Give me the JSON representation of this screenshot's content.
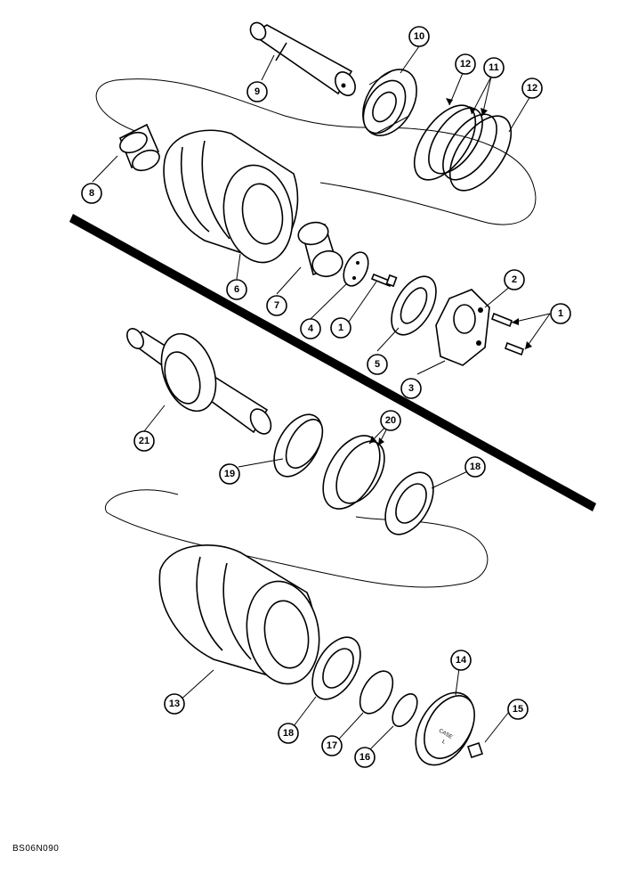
{
  "figure": {
    "drawing_code": "BS06N090",
    "callouts": [
      {
        "label": "1"
      },
      {
        "label": "1"
      },
      {
        "label": "2"
      },
      {
        "label": "3"
      },
      {
        "label": "4"
      },
      {
        "label": "5"
      },
      {
        "label": "6"
      },
      {
        "label": "7"
      },
      {
        "label": "8"
      },
      {
        "label": "9"
      },
      {
        "label": "10"
      },
      {
        "label": "11"
      },
      {
        "label": "12"
      },
      {
        "label": "12"
      },
      {
        "label": "13"
      },
      {
        "label": "14"
      },
      {
        "label": "15"
      },
      {
        "label": "16"
      },
      {
        "label": "17"
      },
      {
        "label": "18"
      },
      {
        "label": "18"
      },
      {
        "label": "19"
      },
      {
        "label": "20"
      },
      {
        "label": "21"
      }
    ],
    "part_markings": {
      "cap_brand": "CASE",
      "cap_letter": "L"
    }
  }
}
